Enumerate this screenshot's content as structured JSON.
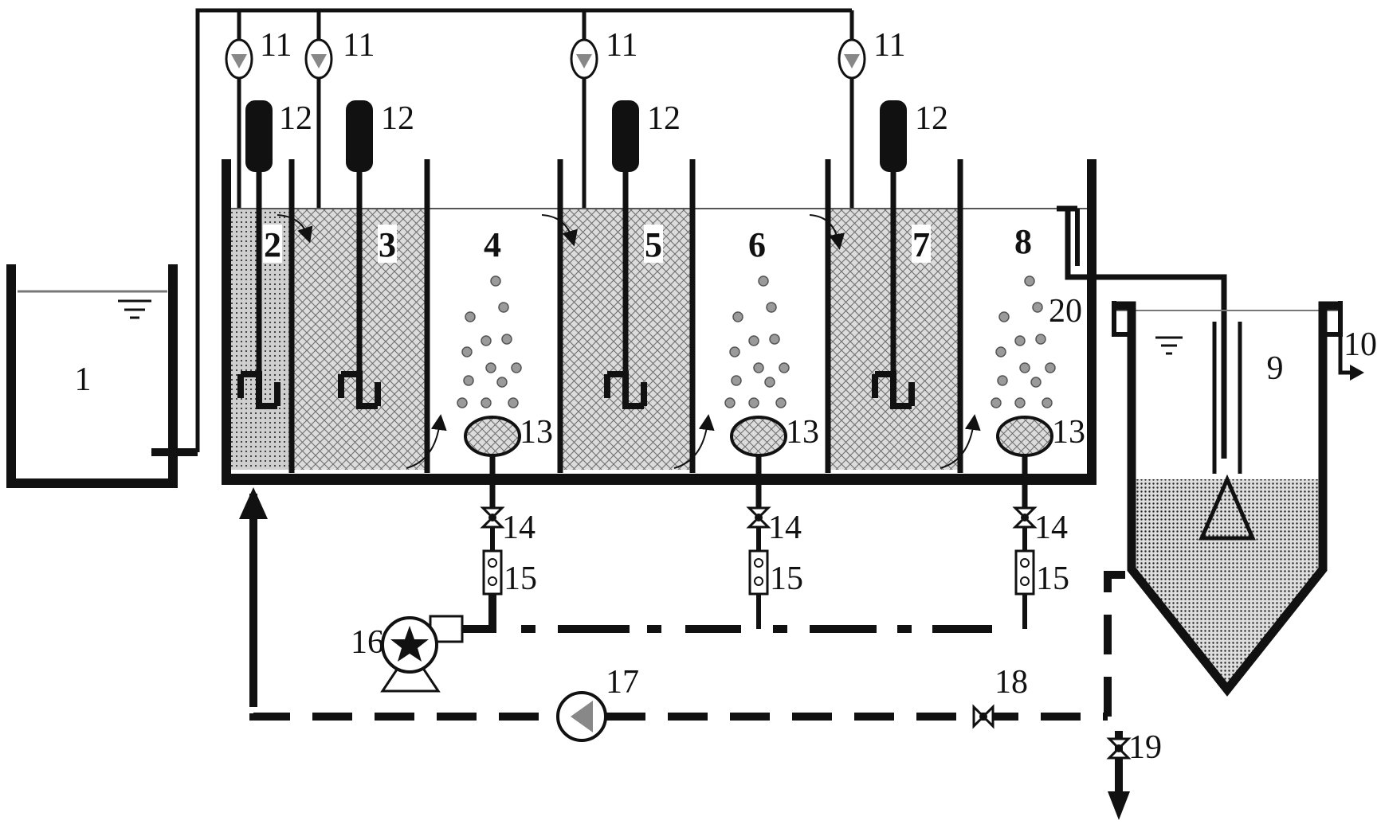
{
  "labels": {
    "tank_1": "1",
    "chamber_2": "2",
    "chamber_3": "3",
    "chamber_4": "4",
    "chamber_5": "5",
    "chamber_6": "6",
    "chamber_7": "7",
    "chamber_8": "8",
    "clarifier_9": "9",
    "effluent_10": "10",
    "dosing_pump_11": "11",
    "stirrer_12": "12",
    "aerator_13": "13",
    "valve_14": "14",
    "flowmeter_15": "15",
    "blower_16": "16",
    "return_pump_17": "17",
    "valve_18": "18",
    "valve_19": "19",
    "weir_20": "20"
  },
  "colors": {
    "line": "#111111",
    "hatch": "#d9d9d9",
    "aerator_fill": "#cccccc",
    "bubble": "#999999",
    "pump_arrow": "#888888"
  },
  "icons": {
    "stirrer": "z-shaped-impeller-icon",
    "dosing_pump": "circle-arrow-pump-icon",
    "blower": "star-blower-icon",
    "valve": "bowtie-valve-icon",
    "flowmeter": "rotameter-icon",
    "water_level": "water-level-icon"
  }
}
